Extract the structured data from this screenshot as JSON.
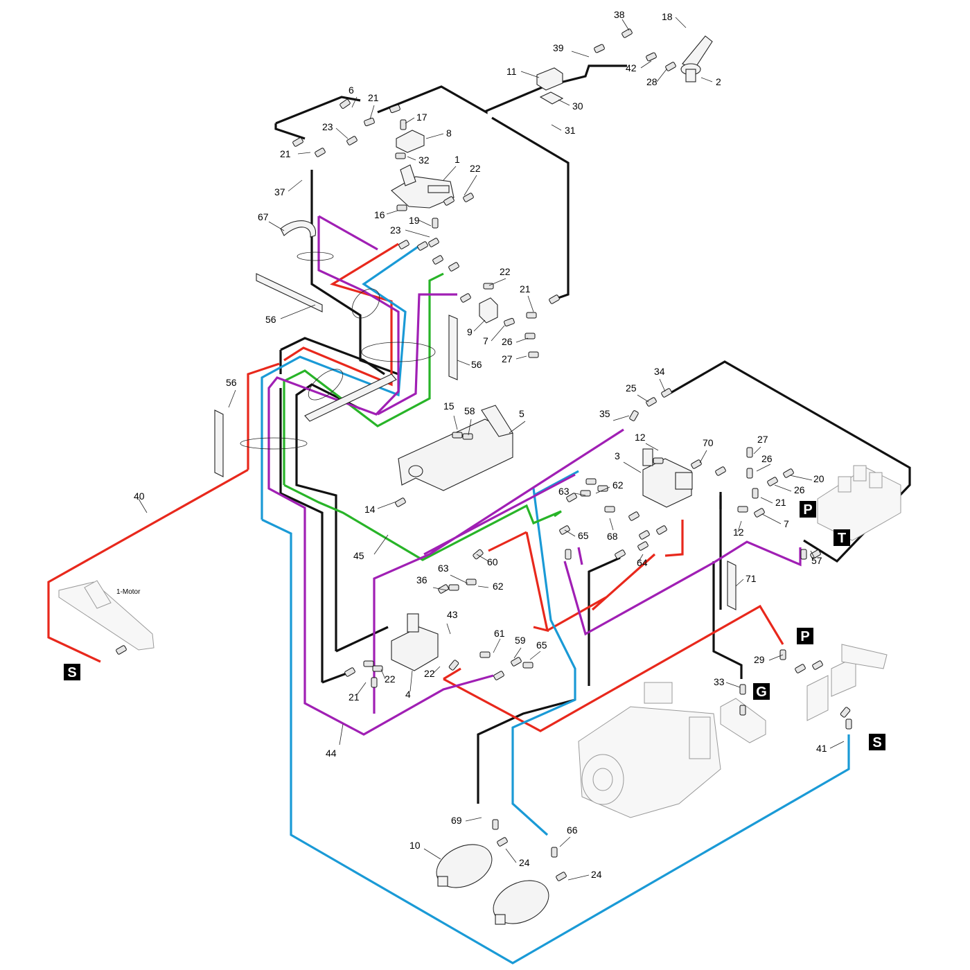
{
  "colors": {
    "black": "#111111",
    "red": "#e8281c",
    "blue": "#1a9ad6",
    "green": "#28b428",
    "purple": "#a01fb4",
    "tag_bg": "#000000"
  },
  "part_labels": [
    {
      "id": "p38",
      "text": "38"
    },
    {
      "id": "p18",
      "text": "18"
    },
    {
      "id": "p39",
      "text": "39"
    },
    {
      "id": "p42",
      "text": "42"
    },
    {
      "id": "p11",
      "text": "11"
    },
    {
      "id": "p28",
      "text": "28"
    },
    {
      "id": "p2",
      "text": "2"
    },
    {
      "id": "p30",
      "text": "30"
    },
    {
      "id": "p31",
      "text": "31"
    },
    {
      "id": "p6",
      "text": "6"
    },
    {
      "id": "p21a",
      "text": "21"
    },
    {
      "id": "p17",
      "text": "17"
    },
    {
      "id": "p8",
      "text": "8"
    },
    {
      "id": "p23a",
      "text": "23"
    },
    {
      "id": "p21b",
      "text": "21"
    },
    {
      "id": "p32",
      "text": "32"
    },
    {
      "id": "p1",
      "text": "1"
    },
    {
      "id": "p22a",
      "text": "22"
    },
    {
      "id": "p37",
      "text": "37"
    },
    {
      "id": "p16",
      "text": "16"
    },
    {
      "id": "p19",
      "text": "19"
    },
    {
      "id": "p67",
      "text": "67"
    },
    {
      "id": "p23b",
      "text": "23"
    },
    {
      "id": "p22b",
      "text": "22"
    },
    {
      "id": "p21c",
      "text": "21"
    },
    {
      "id": "p9",
      "text": "9"
    },
    {
      "id": "p7a",
      "text": "7"
    },
    {
      "id": "p26a",
      "text": "26"
    },
    {
      "id": "p56a",
      "text": "56"
    },
    {
      "id": "p27a",
      "text": "27"
    },
    {
      "id": "p56b",
      "text": "56"
    },
    {
      "id": "p56c",
      "text": "56"
    },
    {
      "id": "p34",
      "text": "34"
    },
    {
      "id": "p25",
      "text": "25"
    },
    {
      "id": "p15",
      "text": "15"
    },
    {
      "id": "p58",
      "text": "58"
    },
    {
      "id": "p5",
      "text": "5"
    },
    {
      "id": "p35",
      "text": "35"
    },
    {
      "id": "p12a",
      "text": "12"
    },
    {
      "id": "p70",
      "text": "70"
    },
    {
      "id": "p27b",
      "text": "27"
    },
    {
      "id": "p3",
      "text": "3"
    },
    {
      "id": "p26b",
      "text": "26"
    },
    {
      "id": "p20",
      "text": "20"
    },
    {
      "id": "p26c",
      "text": "26"
    },
    {
      "id": "p62a",
      "text": "62"
    },
    {
      "id": "p63a",
      "text": "63"
    },
    {
      "id": "p21d",
      "text": "21"
    },
    {
      "id": "p14",
      "text": "14"
    },
    {
      "id": "p7b",
      "text": "7"
    },
    {
      "id": "p12b",
      "text": "12"
    },
    {
      "id": "p40",
      "text": "40"
    },
    {
      "id": "p65a",
      "text": "65"
    },
    {
      "id": "p68",
      "text": "68"
    },
    {
      "id": "p45",
      "text": "45"
    },
    {
      "id": "p57",
      "text": "57"
    },
    {
      "id": "p60",
      "text": "60"
    },
    {
      "id": "p64",
      "text": "64"
    },
    {
      "id": "p63b",
      "text": "63"
    },
    {
      "id": "p71",
      "text": "71"
    },
    {
      "id": "p36",
      "text": "36"
    },
    {
      "id": "p62b",
      "text": "62"
    },
    {
      "id": "p43",
      "text": "43"
    },
    {
      "id": "p61",
      "text": "61"
    },
    {
      "id": "p59",
      "text": "59"
    },
    {
      "id": "p65b",
      "text": "65"
    },
    {
      "id": "p29",
      "text": "29"
    },
    {
      "id": "p22c",
      "text": "22"
    },
    {
      "id": "p22d",
      "text": "22"
    },
    {
      "id": "p4",
      "text": "4"
    },
    {
      "id": "p21e",
      "text": "21"
    },
    {
      "id": "p33",
      "text": "33"
    },
    {
      "id": "p44",
      "text": "44"
    },
    {
      "id": "p41",
      "text": "41"
    },
    {
      "id": "p69",
      "text": "69"
    },
    {
      "id": "p10",
      "text": "10"
    },
    {
      "id": "p24a",
      "text": "24"
    },
    {
      "id": "p66",
      "text": "66"
    },
    {
      "id": "p24b",
      "text": "24"
    }
  ],
  "port_tags": {
    "P_top": "P",
    "T": "T",
    "S_left": "S",
    "P_right": "P",
    "G": "G",
    "S_right": "S"
  },
  "annotations": {
    "motor": "1-Motor"
  }
}
